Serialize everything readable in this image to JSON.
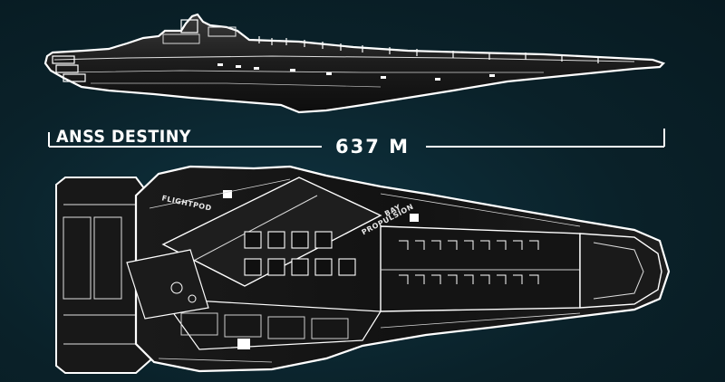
{
  "title": {
    "ship_name": "ANSS DESTINY",
    "length": "637 M"
  },
  "deck_labels": {
    "hangar": "FLIGHTPOD",
    "propulsion_line1": "PROPULSION",
    "propulsion_line2": "BAY"
  },
  "colors": {
    "background": "#0a2129",
    "line": "#ffffff",
    "hull_dark": "#151515"
  }
}
